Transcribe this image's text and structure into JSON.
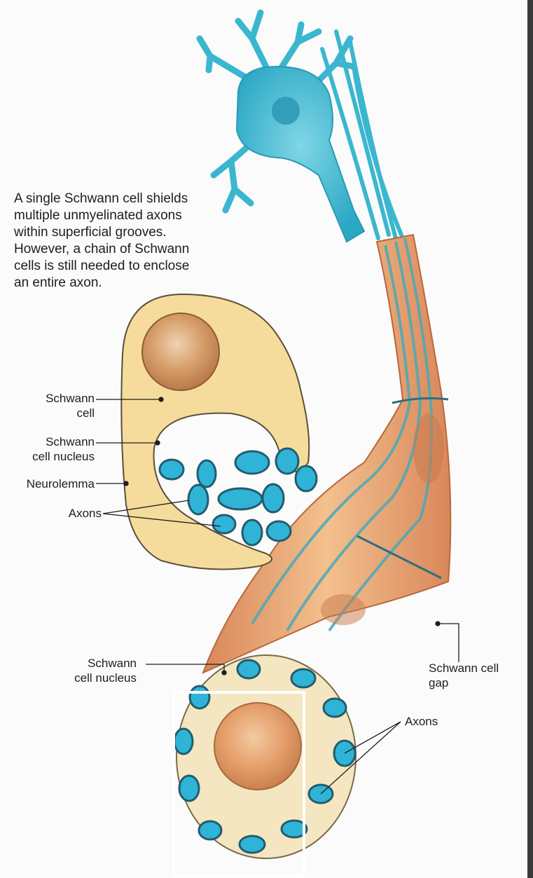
{
  "caption": {
    "lines": [
      "A single Schwann cell shields",
      "multiple unmyelinated axons",
      "within superficial grooves.",
      "However, a chain of Schwann",
      "cells is still needed to enclose",
      "an entire axon."
    ]
  },
  "labels": {
    "schwann_cell": [
      "Schwann",
      "cell"
    ],
    "schwann_nucleus_top": [
      "Schwann",
      "cell nucleus"
    ],
    "neurolemma": "Neurolemma",
    "axons_left": "Axons",
    "schwann_gap": [
      "Schwann cell",
      "gap"
    ],
    "schwann_nucleus_bottom": [
      "Schwann",
      "cell nucleus"
    ],
    "axons_right": "Axons"
  },
  "colors": {
    "neuron": "#3bb6cf",
    "sheath": "#e6a06f",
    "cytoplasm": "#f6dc9c",
    "nucleus": "#c78a55",
    "axon": "#2fb4d8"
  }
}
